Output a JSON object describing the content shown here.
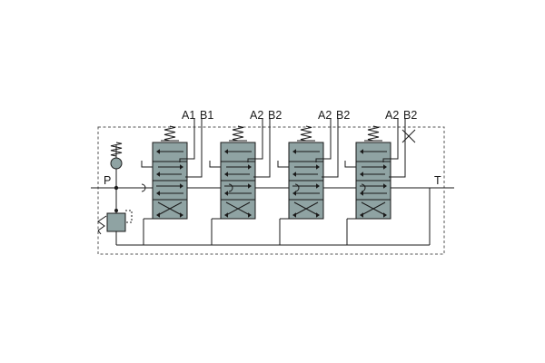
{
  "diagram": {
    "type": "hydraulic-schematic",
    "ports": {
      "pressure": "P",
      "tank": "T"
    },
    "sections": [
      {
        "id": "section-1",
        "ports": [
          "A1",
          "B1"
        ]
      },
      {
        "id": "section-2",
        "ports": [
          "A2",
          "B2"
        ]
      },
      {
        "id": "section-3",
        "ports": [
          "A2",
          "B2"
        ]
      },
      {
        "id": "section-4",
        "ports": [
          "A2",
          "B2"
        ]
      }
    ]
  },
  "colors": {
    "valve_body": "#8fa3a3",
    "line": "#1a1a1a",
    "boundary": "#555555"
  }
}
